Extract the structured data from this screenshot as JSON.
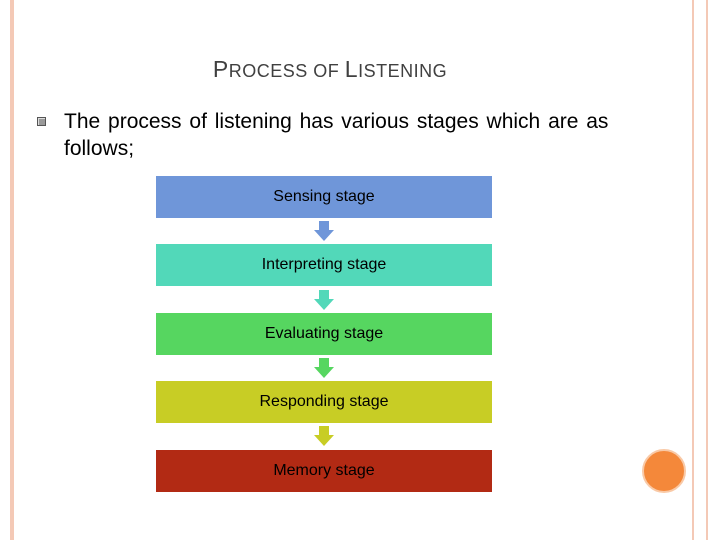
{
  "title": {
    "first_cap": "P",
    "first_rest": "ROCESS ",
    "second_small": "OF ",
    "third_cap": "L",
    "third_rest": "ISTENING"
  },
  "intro_text": "The process of listening has various stages which are as follows;",
  "stages": [
    {
      "label": "Sensing stage",
      "color": "#6f96d9"
    },
    {
      "label": "Interpreting stage",
      "color": "#52d8b9"
    },
    {
      "label": "Evaluating stage",
      "color": "#56d660"
    },
    {
      "label": "Responding stage",
      "color": "#c8cd25"
    },
    {
      "label": "Memory stage",
      "color": "#b22a14"
    }
  ],
  "colors": {
    "frame": "#f4c9b6",
    "accent_circle": "#f4883a"
  }
}
